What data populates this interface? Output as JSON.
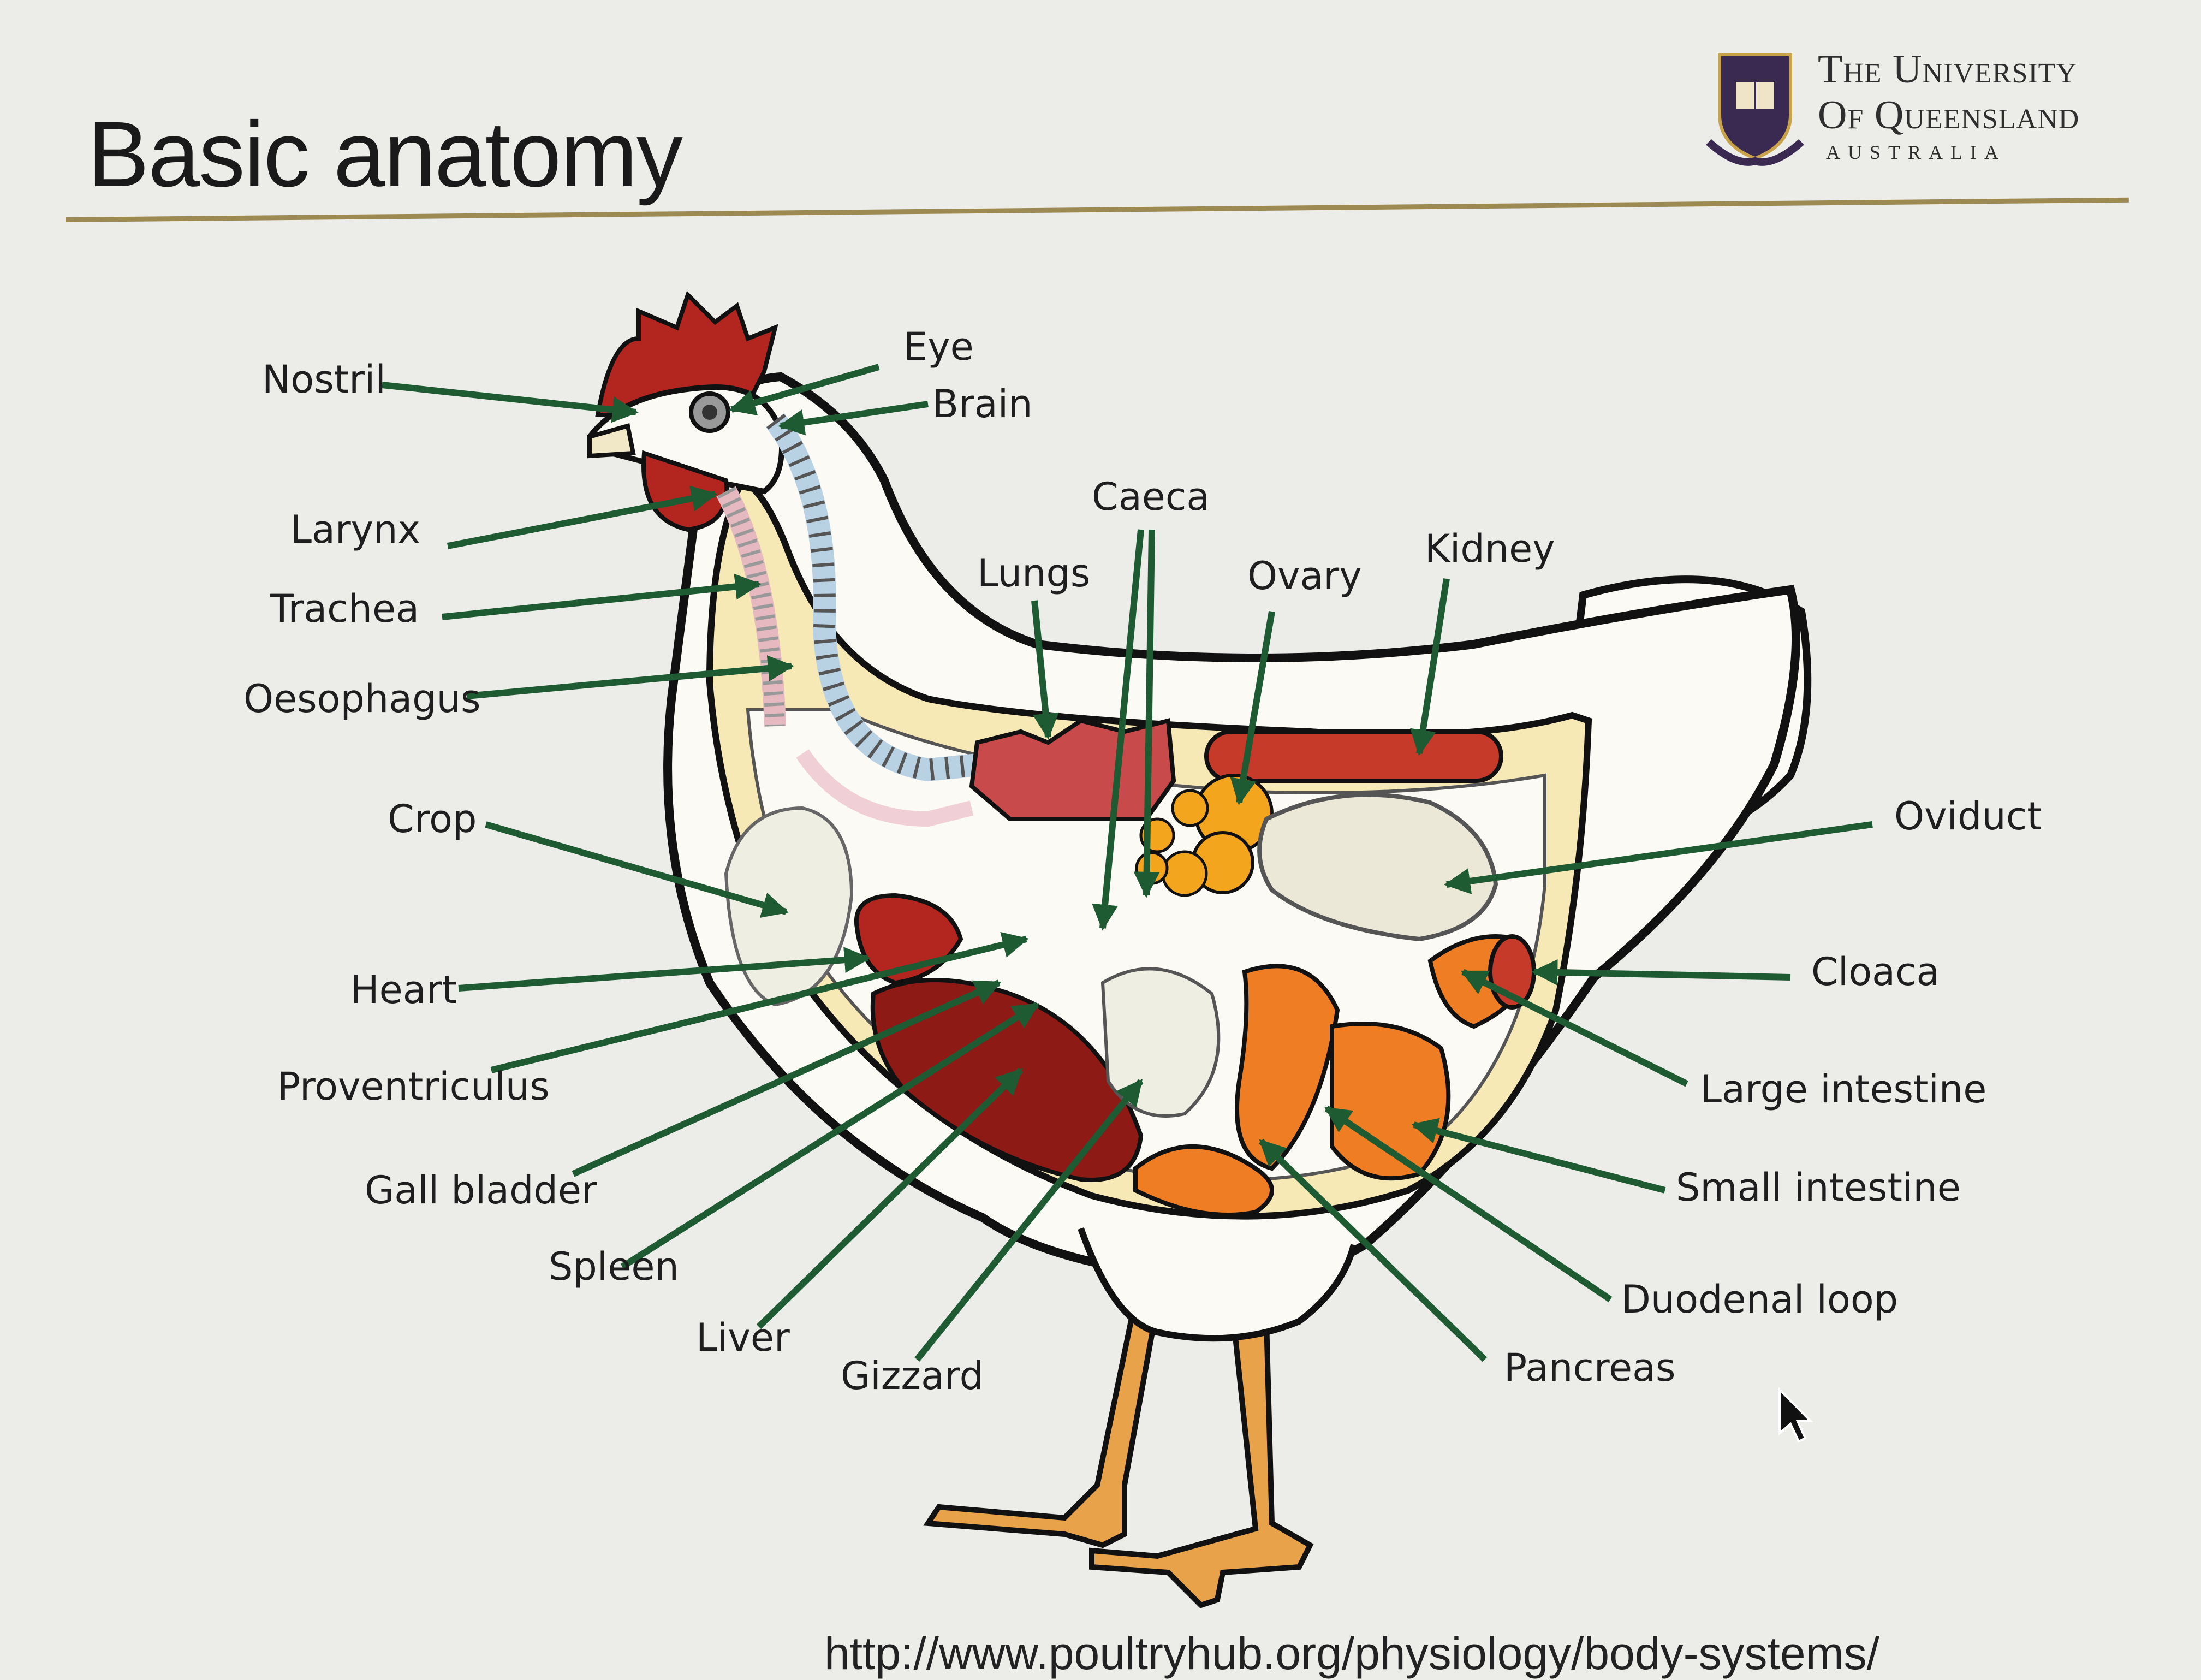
{
  "slide": {
    "title": "Basic anatomy",
    "logo": {
      "line1": "The University",
      "line2": "Of Queensland",
      "line3": "AUSTRALIA"
    },
    "footer_url": "http://www.poultryhub.org/physiology/body-systems/"
  },
  "diagram": {
    "labels": {
      "nostril": "Nostril",
      "eye": "Eye",
      "brain": "Brain",
      "larynx": "Larynx",
      "trachea": "Trachea",
      "oesophagus": "Oesophagus",
      "caeca": "Caeca",
      "lungs": "Lungs",
      "ovary": "Ovary",
      "kidney": "Kidney",
      "crop": "Crop",
      "oviduct": "Oviduct",
      "heart": "Heart",
      "cloaca": "Cloaca",
      "proventriculus": "Proventriculus",
      "large_intestine": "Large intestine",
      "gall_bladder": "Gall bladder",
      "small_intestine": "Small intestine",
      "spleen": "Spleen",
      "duodenal_loop": "Duodenal loop",
      "liver": "Liver",
      "pancreas": "Pancreas",
      "gizzard": "Gizzard"
    },
    "colors": {
      "arrow": "#1e5a32",
      "comb": "#b3251f",
      "liver": "#8e1a16",
      "intestine": "#ee7d24",
      "ovary": "#f3a51e",
      "body_fill": "#fbfaf4",
      "cavity": "#f6e9b6",
      "feet": "#e8a24a"
    }
  }
}
